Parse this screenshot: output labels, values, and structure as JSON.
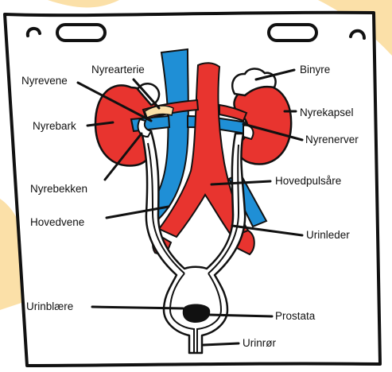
{
  "colors": {
    "background_accent": "#fbe0a8",
    "board": "#ffffff",
    "outline": "#111111",
    "artery": "#e8342f",
    "vein": "#1f8fd6",
    "adrenal": "#ffffff",
    "ureter": "#ffffff",
    "prostate": "#111111"
  },
  "labels": {
    "nyrearterie": "Nyrearterie",
    "nyrevene": "Nyrevene",
    "binyre": "Binyre",
    "nyrebark": "Nyrebark",
    "nyrekapsel": "Nyrekapsel",
    "nyrenerver": "Nyrenerver",
    "nyrebekken": "Nyrebekken",
    "hovedpulsare": "Hovedpulsåre",
    "hovedvene": "Hovedvene",
    "urinleder": "Urinleder",
    "urinblaere": "Urinblære",
    "prostata": "Prostata",
    "urinror": "Urinrør"
  }
}
